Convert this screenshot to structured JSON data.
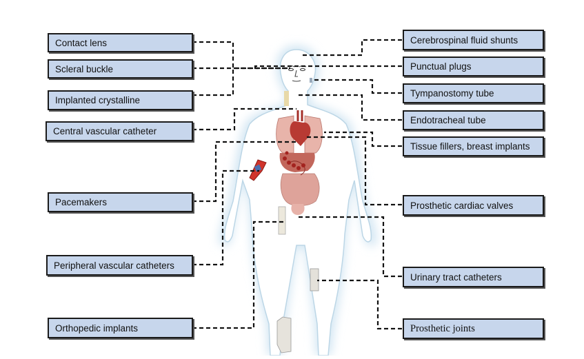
{
  "colors": {
    "label_fill": "#c7d6ec",
    "label_border": "#1a1a1a",
    "body_fill": "#ffffff",
    "body_glow": "#d3e6f3",
    "organ_fill": "#d88f84",
    "pacemaker": "#d0342c",
    "implant": "#e4e1da"
  },
  "labels": {
    "contact_lens": "Contact lens",
    "scleral_buckle": "Scleral buckle",
    "implanted_crystalline": "Implanted crystalline",
    "central_vascular_catheter": "Central vascular catheter",
    "pacemakers": "Pacemakers",
    "peripheral_vascular_catheters": "Peripheral vascular catheters",
    "orthopedic_implants": "Orthopedic implants",
    "csf_shunts": "Cerebrospinal fluid shunts",
    "punctual_plugs": "Punctual plugs",
    "tympanostomy_tube": "Tympanostomy tube",
    "endotracheal_tube": "Endotracheal tube",
    "tissue_fillers": "Tissue fillers, breast implants",
    "prosthetic_cardiac_valves": "Prosthetic cardiac valves",
    "urinary_tract_catheters": "Urinary tract catheters",
    "prosthetic_joints": "Prosthetic joints"
  }
}
